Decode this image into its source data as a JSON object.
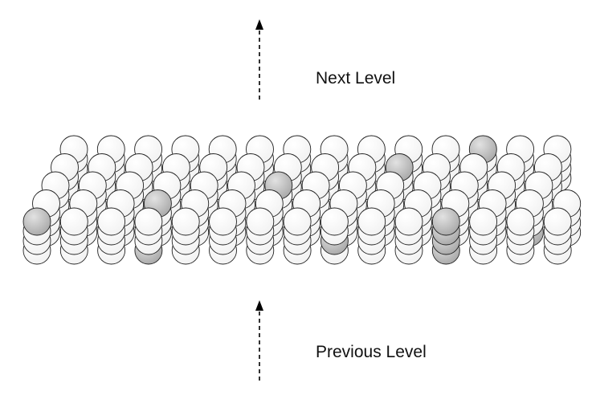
{
  "labels": {
    "next": "Next Level",
    "previous": "Previous Level"
  },
  "lattice": {
    "rows": 5,
    "columns": 14,
    "layers": 4,
    "highlighted": [
      {
        "row": 0,
        "col": 11,
        "layers": [
          0
        ]
      },
      {
        "row": 0,
        "col": 14,
        "layers": [
          0,
          1,
          2,
          3
        ]
      },
      {
        "row": 1,
        "col": 9,
        "layers": [
          0
        ]
      },
      {
        "row": 1,
        "col": 2,
        "layers": [
          3
        ]
      },
      {
        "row": 2,
        "col": 6,
        "layers": [
          0
        ]
      },
      {
        "row": 3,
        "col": 3,
        "layers": [
          0
        ]
      },
      {
        "row": 3,
        "col": 13,
        "layers": [
          3
        ]
      },
      {
        "row": 4,
        "col": 0,
        "layers": [
          0
        ]
      },
      {
        "row": 4,
        "col": 3,
        "layers": [
          3
        ]
      },
      {
        "row": 4,
        "col": 8,
        "layers": [
          2
        ]
      },
      {
        "row": 4,
        "col": 11,
        "layers": [
          0,
          1,
          2,
          3
        ]
      }
    ]
  },
  "colors": {
    "sphere": "#ffffff",
    "highlight": "#b9b9b9",
    "outline": "#222222",
    "arrow": "#000000"
  }
}
